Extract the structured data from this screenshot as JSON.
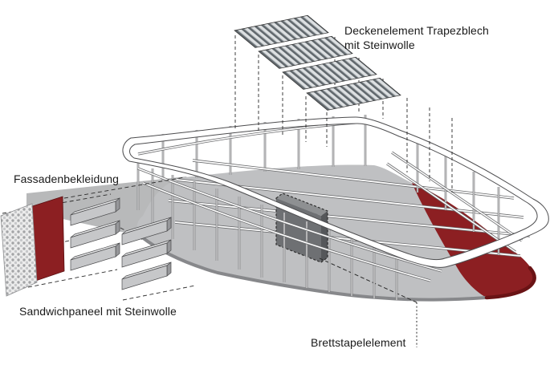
{
  "figure": {
    "type": "axonometric construction diagram",
    "subject": "modular building system with steel ring frame, floor slab and facade build-up",
    "background_color": "#ffffff"
  },
  "labels": {
    "deck_element": {
      "line1": "Deckenelement Trapezblech",
      "line2": "mit Steinwolle"
    },
    "facade_cladding": {
      "text": "Fassadenbekleidung"
    },
    "sandwich_panel": {
      "text": "Sandwichpaneel mit Steinwolle"
    },
    "board_stack_element": {
      "text": "Brettstapelelement"
    }
  },
  "parts": [
    {
      "name": "trapezoidal-deck-panels",
      "count": 4,
      "style": "corrugated striped panels, exploded above roof"
    },
    {
      "name": "facade-mesh-panel",
      "style": "perforated mesh cladding, exploded left"
    },
    {
      "name": "facade-red-panel",
      "style": "dark red sandwich panel"
    },
    {
      "name": "facade-slats",
      "count": 6,
      "style": "two stacks of three gray horizontal panels"
    },
    {
      "name": "board-stack-wall-element",
      "style": "dark gray slab highlighted with dashed outline"
    },
    {
      "name": "floor-red-band",
      "style": "dark red strip across right end of floor slab"
    },
    {
      "name": "steel-ring-frame",
      "style": "white rounded ring beam with columns, rails and roof beams"
    }
  ],
  "colors": {
    "highlight_red": "#8C1F22",
    "dark_red_edge": "#6A1315",
    "floor_gray": "#BFC0C2",
    "shadow_gray": "#B8B9BA",
    "slab_edge_gray": "#87888B",
    "frame_outline": "#4D4D4F",
    "deck_stripe_dark": "#61686D",
    "deck_stripe_light": "#DDE0E2",
    "panel_dark_gray": "#6E7073",
    "label_text": "#1A1A1A"
  }
}
